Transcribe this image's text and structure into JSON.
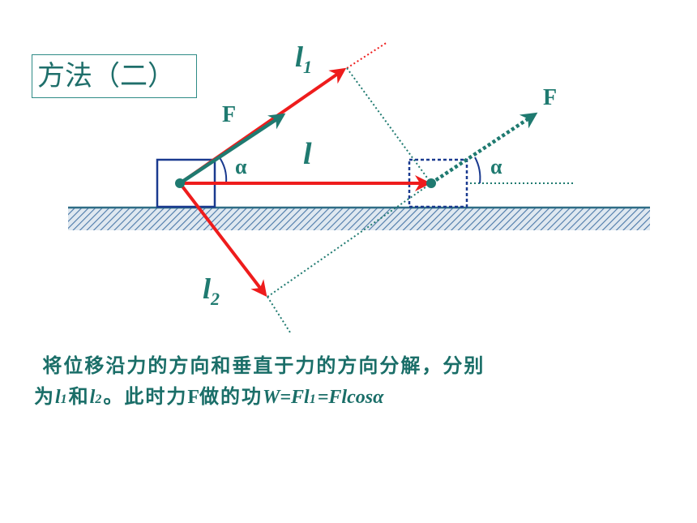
{
  "title": "方法（二）",
  "labels": {
    "F_left": "F",
    "F_right": "F",
    "alpha_left": "α",
    "alpha_right": "α",
    "l": "l",
    "l1_base": "l",
    "l1_sub": "1",
    "l2_base": "l",
    "l2_sub": "2"
  },
  "caption": {
    "line1": "将位移沿力的方向和垂直于力的方向分解，分别",
    "line2_a": "为",
    "l1_base": "l",
    "l1_sub": "1",
    "and": "和",
    "l2_base": "l",
    "l2_sub": "2",
    "line2_b": "。此时力",
    "F": "F",
    "line2_c": "做的功",
    "formula_a": "W=Fl",
    "formula_sub": "1",
    "formula_b": "=Flcosα"
  },
  "colors": {
    "teal": "#1f7a70",
    "red": "#ee1c1c",
    "blue": "#1a3a8f",
    "ground": "#2f6d86"
  }
}
